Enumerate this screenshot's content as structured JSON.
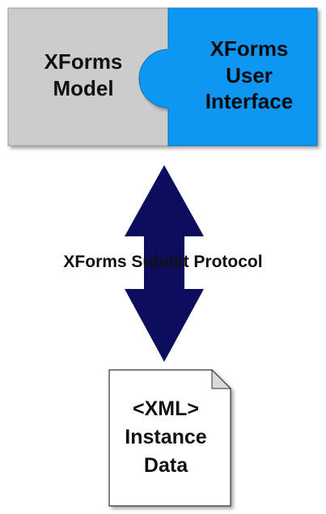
{
  "model": {
    "label_line1": "XForms",
    "label_line2": "Model"
  },
  "ui": {
    "label_line1": "XForms",
    "label_line2": "User",
    "label_line3": "Interface"
  },
  "protocol": {
    "label": "XForms Submit Protocol"
  },
  "document": {
    "label_line1": "<XML>",
    "label_line2": "Instance",
    "label_line3": "Data"
  },
  "colors": {
    "model_fill": "#cccccc",
    "ui_fill": "#0d97f2",
    "arrow_fill": "#0d0d5e",
    "document_fill": "#ffffff"
  }
}
